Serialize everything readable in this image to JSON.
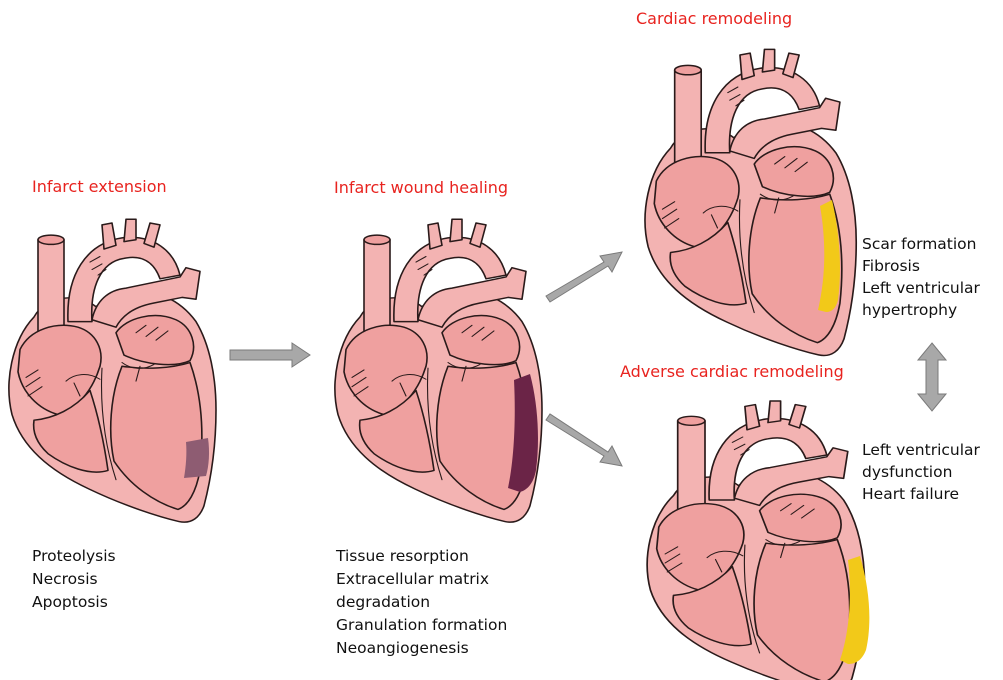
{
  "colors": {
    "title_red": "#e8231f",
    "heart_fill": "#f3b3b2",
    "heart_inner": "#efa09f",
    "heart_dark": "#e58e8d",
    "infarct_early": "#8e5c72",
    "infarct_healing": "#6b2447",
    "scar": "#f2c919",
    "arrow_gray": "#a8a8a8"
  },
  "stages": {
    "infarct_extension": {
      "title": "Infarct extension",
      "lines": [
        "Proteolysis",
        "Necrosis",
        "Apoptosis"
      ]
    },
    "infarct_wound_healing": {
      "title": "Infarct wound healing",
      "lines": [
        "Tissue resorption",
        "Extracellular matrix",
        "degradation",
        "Granulation formation",
        "Neoangiogenesis"
      ]
    },
    "cardiac_remodeling": {
      "title": "Cardiac remodeling",
      "lines": [
        "Scar formation",
        "Fibrosis",
        "Left ventricular",
        "hypertrophy"
      ]
    },
    "adverse_cardiac_remodeling": {
      "title": "Adverse cardiac remodeling",
      "lines": [
        "Left ventricular",
        "dysfunction",
        "Heart failure"
      ]
    }
  },
  "icons": {
    "arrow_right": "arrow-right-icon",
    "arrow_up_right": "arrow-up-right-icon",
    "arrow_down_right": "arrow-down-right-icon",
    "arrow_double_vertical": "double-arrow-icon"
  }
}
